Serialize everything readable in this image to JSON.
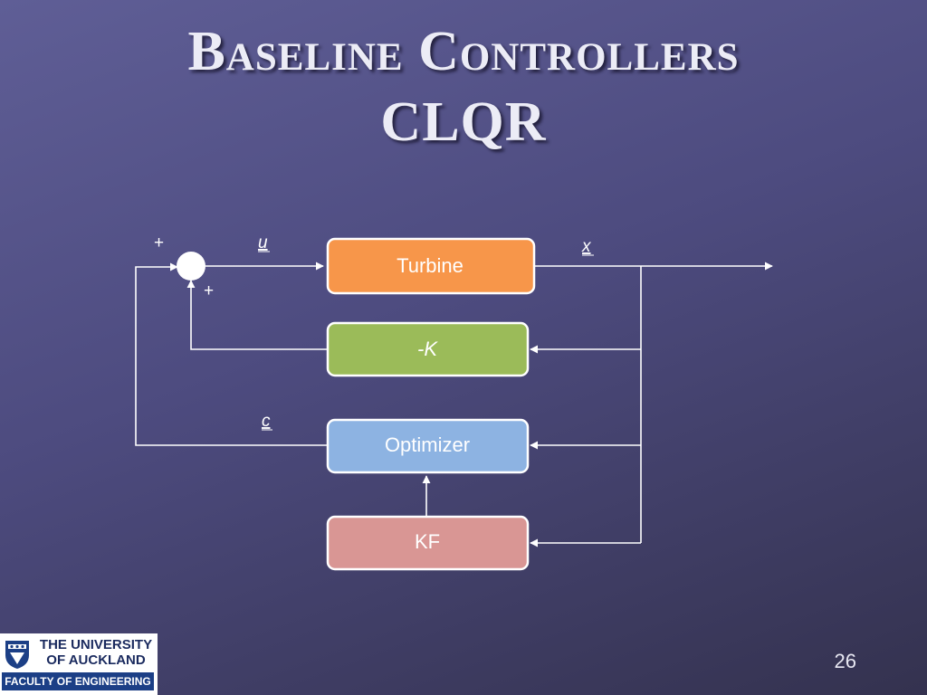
{
  "slide": {
    "title_line1": "Baseline Controllers",
    "title_line2": "CLQR",
    "page_number": "26"
  },
  "diagram": {
    "sum_plus_top": "+",
    "sum_plus_bottom": "+",
    "signal_u": "u",
    "signal_x": "x",
    "signal_c": "c",
    "blocks": {
      "turbine": "Turbine",
      "gain": "-K",
      "optimizer": "Optimizer",
      "kf": "KF"
    },
    "colors": {
      "turbine": "#f7964a",
      "gain": "#9bbb59",
      "optimizer": "#8db3e2",
      "kf": "#d99694"
    }
  },
  "logo": {
    "line1": "THE UNIVERSITY",
    "line2": "OF AUCKLAND",
    "faculty": "FACULTY OF ENGINEERING"
  }
}
